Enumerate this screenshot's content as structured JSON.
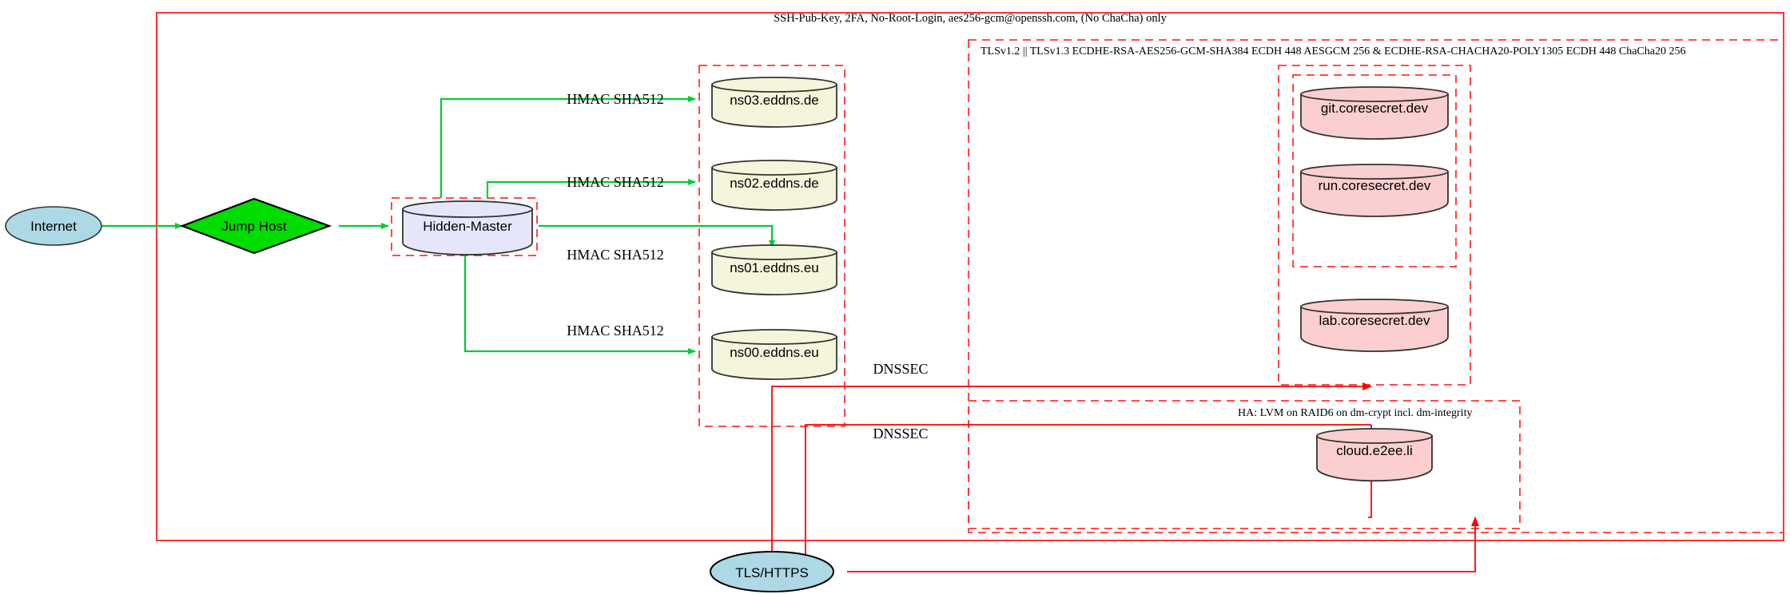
{
  "diagram": {
    "title_note": "SSH-Pub-Key, 2FA, No-Root-Login, aes256-gcm@openssh.com, (No ChaCha) only",
    "tls_note": "TLSv1.2 || TLSv1.3 ECDHE-RSA-AES256-GCM-SHA384 ECDH 448 AESGCM 256 & ECDHE-RSA-CHACHA20-POLY1305 ECDH 448 ChaCha20 256",
    "ha_note": "HA: LVM on RAID6 on dm-crypt incl. dm-integrity"
  },
  "colors": {
    "boundary_red": "#ff0000",
    "dashed_red": "#ff3333",
    "edge_green": "#00cc33",
    "edge_red": "#ff0000",
    "node_blue_fill": "#add8e6",
    "node_green_fill": "#00dd00",
    "node_lavender_fill": "#e6e6fa",
    "node_yellow_fill": "#f5f5dc",
    "node_pink_fill": "#fbcfcf",
    "node_stroke": "#333333"
  },
  "nodes": {
    "internet": {
      "label": "Internet",
      "shape": "ellipse",
      "fill": "#add8e6"
    },
    "jump_host": {
      "label": "Jump Host",
      "shape": "diamond",
      "fill": "#00dd00"
    },
    "hidden_master": {
      "label": "Hidden-Master",
      "shape": "cylinder",
      "fill": "#e6e6fa"
    },
    "tls_https": {
      "label": "TLS/HTTPS",
      "shape": "ellipse",
      "fill": "#add8e6"
    },
    "dns_servers": [
      {
        "label": "ns03.eddns.de",
        "shape": "cylinder",
        "fill": "#f5f5dc"
      },
      {
        "label": "ns02.eddns.de",
        "shape": "cylinder",
        "fill": "#f5f5dc"
      },
      {
        "label": "ns01.eddns.eu",
        "shape": "cylinder",
        "fill": "#f5f5dc"
      },
      {
        "label": "ns00.eddns.eu",
        "shape": "cylinder",
        "fill": "#f5f5dc"
      }
    ],
    "services": [
      {
        "label": "git.coresecret.dev",
        "shape": "cylinder",
        "fill": "#fbcfcf"
      },
      {
        "label": "run.coresecret.dev",
        "shape": "cylinder",
        "fill": "#fbcfcf"
      },
      {
        "label": "lab.coresecret.dev",
        "shape": "cylinder",
        "fill": "#fbcfcf"
      }
    ],
    "cloud": {
      "label": "cloud.e2ee.li",
      "shape": "cylinder",
      "fill": "#fbcfcf"
    }
  },
  "edge_labels": {
    "hmac_1": "HMAC SHA512",
    "hmac_2": "HMAC SHA512",
    "hmac_3": "HMAC SHA512",
    "hmac_4": "HMAC SHA512",
    "dnssec_1": "DNSSEC",
    "dnssec_2": "DNSSEC"
  }
}
